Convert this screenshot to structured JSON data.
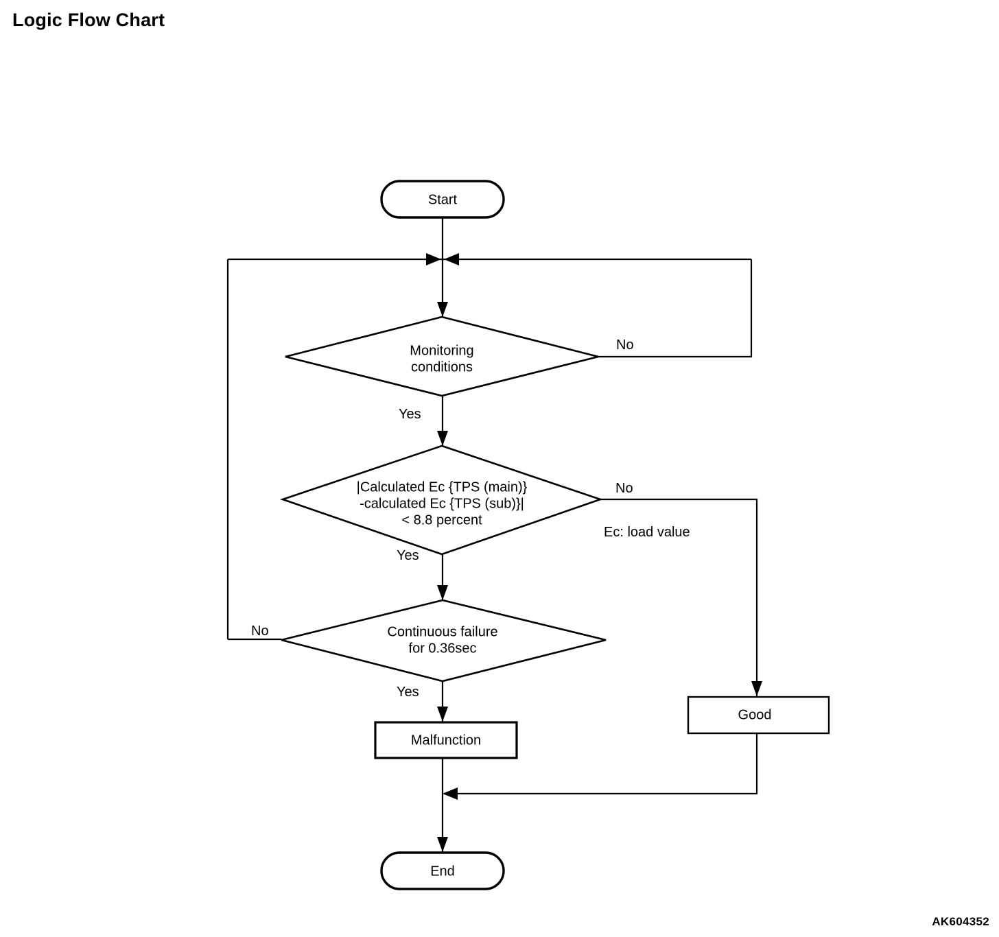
{
  "page": {
    "title": "Logic Flow Chart",
    "watermark": "AK604352"
  },
  "chart_data": {
    "type": "diagram",
    "diagram_kind": "flowchart",
    "title": "Logic Flow Chart",
    "orientation": "top-to-bottom",
    "nodes": [
      {
        "id": "start",
        "shape": "terminator",
        "label": "Start"
      },
      {
        "id": "monitoring",
        "shape": "decision",
        "label": "Monitoring conditions",
        "line1": "Monitoring",
        "line2": "conditions"
      },
      {
        "id": "threshold",
        "shape": "decision",
        "label": "|Calculated Ec {TPS (main)} -calculated Ec {TPS (sub)}| < 8.8 percent",
        "line1": "|Calculated Ec {TPS (main)}",
        "line2": "-calculated Ec {TPS (sub)}|",
        "line3": "< 8.8 percent"
      },
      {
        "id": "continuous",
        "shape": "decision",
        "label": "Continuous failure for 0.36sec",
        "line1": "Continuous failure",
        "line2": "for 0.36sec"
      },
      {
        "id": "malfunction",
        "shape": "process",
        "label": "Malfunction"
      },
      {
        "id": "good",
        "shape": "process",
        "label": "Good"
      },
      {
        "id": "end",
        "shape": "terminator",
        "label": "End"
      }
    ],
    "edges": [
      {
        "from": "start",
        "to": "monitoring",
        "label": ""
      },
      {
        "from": "monitoring",
        "to": "threshold",
        "label": "Yes"
      },
      {
        "from": "monitoring",
        "to": "start-junction",
        "label": "No"
      },
      {
        "from": "threshold",
        "to": "continuous",
        "label": "Yes"
      },
      {
        "from": "threshold",
        "to": "good",
        "label": "No"
      },
      {
        "from": "continuous",
        "to": "malfunction",
        "label": "Yes"
      },
      {
        "from": "continuous",
        "to": "start-junction",
        "label": "No"
      },
      {
        "from": "malfunction",
        "to": "end",
        "label": ""
      },
      {
        "from": "good",
        "to": "end",
        "label": ""
      }
    ],
    "annotations": [
      {
        "id": "ec-note",
        "text": "Ec: load value"
      }
    ]
  },
  "labels": {
    "start": "Start",
    "end": "End",
    "malfunction": "Malfunction",
    "good": "Good",
    "monitoring_line1": "Monitoring",
    "monitoring_line2": "conditions",
    "threshold_line1": "|Calculated Ec {TPS (main)}",
    "threshold_line2": "-calculated Ec {TPS (sub)}|",
    "threshold_line3": "< 8.8 percent",
    "continuous_line1": "Continuous failure",
    "continuous_line2": "for 0.36sec",
    "note_ec": "Ec: load value",
    "yes_monitoring": "Yes",
    "no_monitoring": "No",
    "yes_threshold": "Yes",
    "no_threshold": "No",
    "yes_continuous": "Yes",
    "no_continuous": "No"
  },
  "colors": {
    "background": "#ffffff",
    "stroke": "#000000",
    "text": "#000000"
  }
}
